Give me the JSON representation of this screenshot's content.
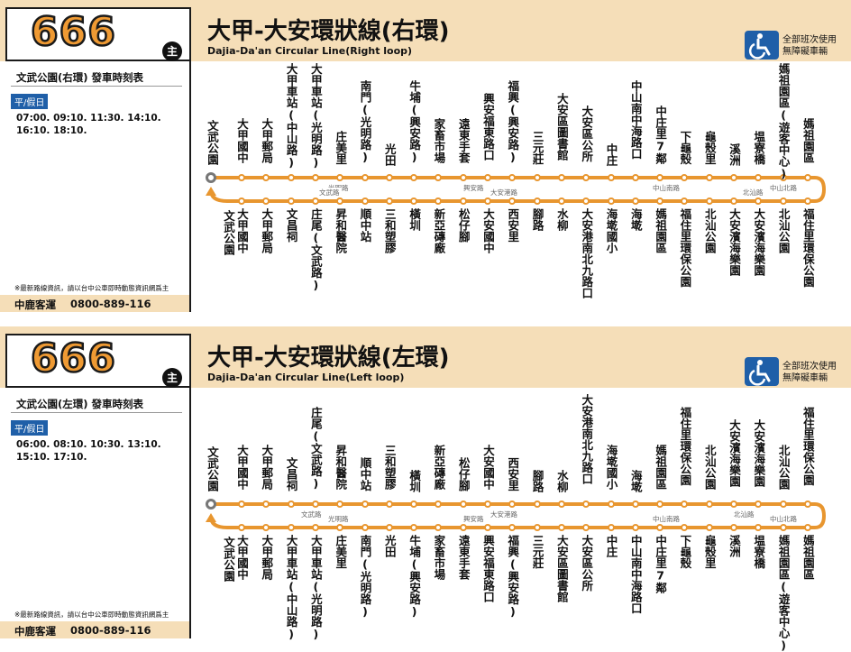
{
  "panels": [
    {
      "route_number": "666",
      "main_badge": "主",
      "title": "大甲-大安環狀線(右環)",
      "subtitle_en": "Dajia-Da'an Circular Line(Right loop)",
      "accessibility_text": [
        "全部班次使用",
        "無障礙車輛"
      ],
      "timetable_title": "文武公園(右環)  發車時刻表",
      "day_type": "平/假日",
      "departure_times": "07:00. 09:10. 11:30. 14:10. 16:10. 18:10.",
      "note": "※最新路線資訊，請以台中公車即時動態資訊網爲主",
      "operator": "中鹿客運",
      "phone": "0800-889-116",
      "terminal_label": "文武公園",
      "top_stops": [
        "大甲國中",
        "大甲郵局",
        "大甲車站(中山路)",
        "大甲車站(光明路)",
        "庄美里",
        "南門(光明路)",
        "光田",
        "牛埔(興安路)",
        "家畜市場",
        "遠東手套",
        "興安福東路口",
        "福興(興安路)",
        "三元莊",
        "大安區圖書館",
        "大安區公所",
        "中庄",
        "中山南中海路口",
        "中庄里7鄰",
        "下龜殼",
        "龜殼里",
        "溪洲",
        "塭寮橋",
        "媽祖園區(遊客中心)",
        "媽祖園區"
      ],
      "top_roads": [
        "光明路",
        "興安路",
        "中山南路",
        "中山北路"
      ],
      "bottom_stops": [
        "大甲國中",
        "大甲郵局",
        "文昌祠",
        "庄尾(文武路)",
        "昇和醫院",
        "順中站",
        "三和塑膠",
        "橫圳",
        "新亞磚廠",
        "松仔腳",
        "大安國中",
        "西安里",
        "腳路",
        "水柳",
        "大安港南北九路口",
        "海墘國小",
        "海墘",
        "媽祖園區",
        "福住里環保公園",
        "北汕公園",
        "大安濱海樂園",
        "大安濱海樂園",
        "北汕公園",
        "福住里環保公園"
      ],
      "bottom_roads": [
        "文武路",
        "大安港路",
        "北汕路"
      ]
    },
    {
      "route_number": "666",
      "main_badge": "主",
      "title": "大甲-大安環狀線(左環)",
      "subtitle_en": "Dajia-Da'an Circular Line(Left loop)",
      "accessibility_text": [
        "全部班次使用",
        "無障礙車輛"
      ],
      "timetable_title": "文武公園(左環)  發車時刻表",
      "day_type": "平/假日",
      "departure_times": "06:00. 08:10. 10:30. 13:10. 15:10. 17:10.",
      "note": "※最新路線資訊，請以台中公車即時動態資訊網爲主",
      "operator": "中鹿客運",
      "phone": "0800-889-116",
      "terminal_label": "文武公園",
      "top_stops": [
        "大甲國中",
        "大甲郵局",
        "文昌祠",
        "庄尾(文武路)",
        "昇和醫院",
        "順中站",
        "三和塑膠",
        "橫圳",
        "新亞磚廠",
        "松仔腳",
        "大安國中",
        "西安里",
        "腳路",
        "水柳",
        "大安港南北九路口",
        "海墘國小",
        "海墘",
        "媽祖園區",
        "福住里環保公園",
        "北汕公園",
        "大安濱海樂園",
        "大安濱海樂園",
        "北汕公園",
        "福住里環保公園"
      ],
      "top_roads": [
        "文武路",
        "大安港路",
        "北汕路"
      ],
      "bottom_stops": [
        "大甲國中",
        "大甲郵局",
        "大甲車站(中山路)",
        "大甲車站(光明路)",
        "庄美里",
        "南門(光明路)",
        "光田",
        "牛埔(興安路)",
        "家畜市場",
        "遠東手套",
        "興安福東路口",
        "福興(興安路)",
        "三元莊",
        "大安區圖書館",
        "大安區公所",
        "中庄",
        "中山南中海路口",
        "中庄里7鄰",
        "下龜殼",
        "龜殼里",
        "溪洲",
        "塭寮橋",
        "媽祖園區(遊客中心)",
        "媽祖園區"
      ],
      "bottom_roads": [
        "光明路",
        "興安路",
        "中山南路",
        "中山北路"
      ]
    }
  ],
  "colors": {
    "route_line": "#e8962f",
    "header_bg": "#f5deb8",
    "accessibility_blue": "#1f5fa8"
  }
}
